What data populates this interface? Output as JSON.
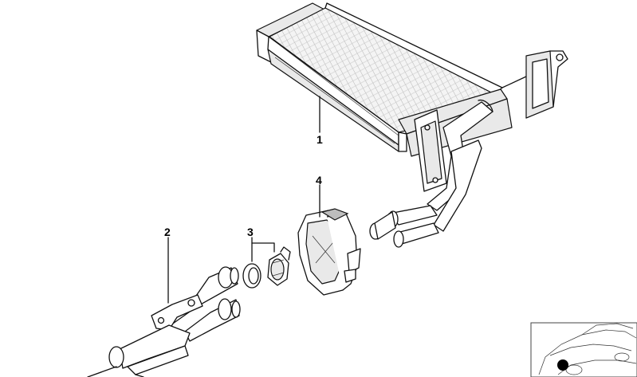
{
  "callouts": [
    {
      "id": "1",
      "label": "1"
    },
    {
      "id": "2",
      "label": "2"
    },
    {
      "id": "3",
      "label": "3"
    },
    {
      "id": "4",
      "label": "4"
    }
  ],
  "parts": [
    {
      "callout": "1",
      "name": "heater-core"
    },
    {
      "callout": "2",
      "name": "pipe-assembly"
    },
    {
      "callout": "3",
      "name": "clamp-and-ring"
    },
    {
      "callout": "4",
      "name": "grommet"
    }
  ],
  "thumbnail": {
    "marker_color": "#000000"
  }
}
